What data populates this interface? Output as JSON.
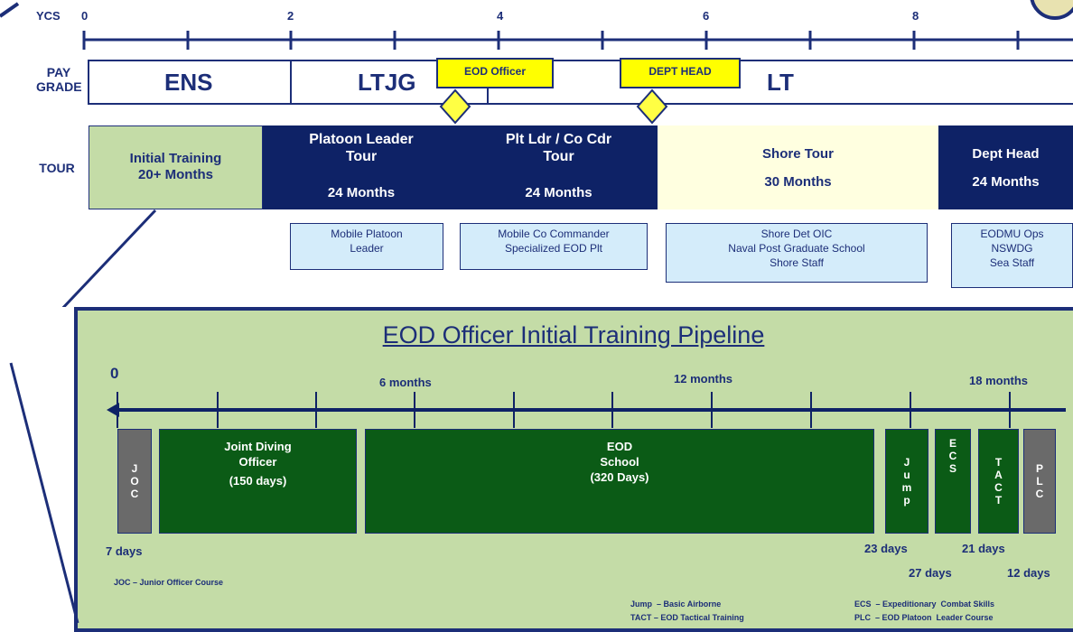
{
  "top_axis": {
    "label": "YCS",
    "ticks": [
      "0",
      "2",
      "4",
      "6",
      "8"
    ]
  },
  "pay_grade": {
    "label_line1": "PAY",
    "label_line2": "GRADE",
    "grades": [
      "ENS",
      "LTJG",
      "LT"
    ],
    "markers": [
      "EOD Officer",
      "DEPT HEAD"
    ]
  },
  "tour": {
    "label": "TOUR",
    "items": [
      {
        "title": "Initial Training",
        "duration": "20+ Months"
      },
      {
        "title": "Platoon Leader Tour",
        "duration": "24 Months"
      },
      {
        "title": "Plt Ldr / Co Cdr Tour",
        "duration": "24 Months"
      },
      {
        "title": "Shore Tour",
        "duration": "30 Months"
      },
      {
        "title": "Dept Head",
        "duration": "24 Months"
      }
    ]
  },
  "assignments": [
    {
      "lines": [
        "Mobile Platoon",
        "Leader"
      ]
    },
    {
      "lines": [
        "Mobile Co Commander",
        "Specialized EOD Plt"
      ]
    },
    {
      "lines": [
        "Shore Det OIC",
        "Naval Post Graduate School",
        "Shore Staff"
      ]
    },
    {
      "lines": [
        "EODMU Ops",
        "NSWDG",
        "Sea Staff"
      ]
    }
  ],
  "pipeline": {
    "title": "EOD Officer Initial Training Pipeline",
    "zero": "0",
    "month_labels": [
      "6 months",
      "12 months",
      "18 months"
    ],
    "segments": [
      {
        "name": "JOC",
        "days": "7 days"
      },
      {
        "name_lines": [
          "Joint Diving",
          "Officer",
          "(150 days)"
        ]
      },
      {
        "name_lines": [
          "EOD",
          "School",
          "(320 Days)"
        ]
      },
      {
        "name": "Jump",
        "days": "23 days"
      },
      {
        "name": "ECS",
        "days": "27 days"
      },
      {
        "name": "TACT",
        "days": "21 days"
      },
      {
        "name": "PLC",
        "days": "12 days"
      }
    ],
    "notes": {
      "joc": "JOC – Junior Officer Course",
      "jump": "Jump  – Basic Airborne",
      "tact": "TACT – EOD Tactical Training",
      "ecs": "ECS  – Expeditionary  Combat Skills",
      "plc": "PLC  – EOD Platoon  Leader Course"
    }
  },
  "colors": {
    "navy": "#0e2266",
    "green_light": "#c4dca7",
    "green_dark": "#0b5b16",
    "gray": "#6a6a6a",
    "yellow": "#ffff00",
    "cream": "#ffffe0",
    "light_blue": "#d4ecfa"
  }
}
